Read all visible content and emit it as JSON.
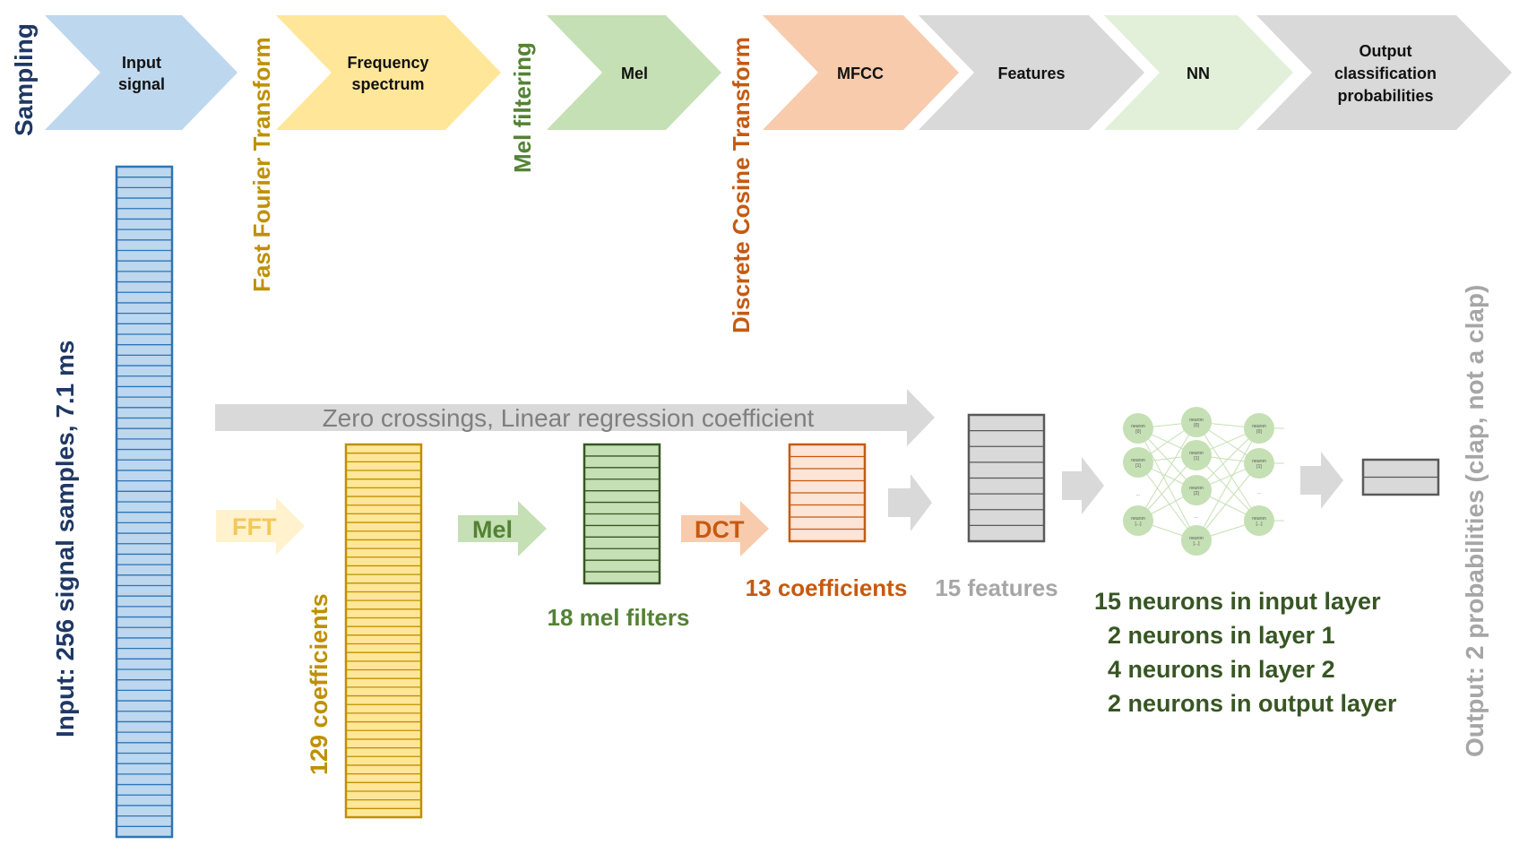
{
  "pipeline": {
    "stages": [
      {
        "lines": [
          "Input",
          "signal"
        ],
        "color": "#bdd7ee"
      },
      {
        "lines": [
          "Frequency",
          "spectrum"
        ],
        "color": "#ffe699"
      },
      {
        "lines": [
          "Mel"
        ],
        "color": "#c5e0b4"
      },
      {
        "lines": [
          "MFCC"
        ],
        "color": "#f8cbad"
      },
      {
        "lines": [
          "Features"
        ],
        "color": "#d9d9d9"
      },
      {
        "lines": [
          "NN"
        ],
        "color": "#e2f0d9"
      },
      {
        "lines": [
          "Output",
          "classification",
          "probabilities"
        ],
        "color": "#d9d9d9"
      }
    ],
    "transforms": {
      "sampling": {
        "text": "Sampling",
        "color": "#1f3864"
      },
      "fft": {
        "text": "Fast Fourier Transform",
        "color": "#bf9000"
      },
      "mel": {
        "text": "Mel filtering",
        "color": "#548235"
      },
      "dct": {
        "text": "Discrete Cosine Transform",
        "color": "#c55a11"
      }
    }
  },
  "input": {
    "label": "Input: 256 signal samples, 7.1 ms",
    "color": "#1f3864",
    "bar_fill": "#bdd7ee",
    "bar_stroke": "#2e75b6",
    "stripes": 64
  },
  "fft": {
    "arrow_label": "FFT",
    "arrow_color": "#fff2cc",
    "text_color": "#f4c75a",
    "coeff_label": "129 coefficients",
    "coeff_color": "#bf9000",
    "bar_fill": "#ffe699",
    "bar_stroke": "#bf9000",
    "stripes": 43
  },
  "mel": {
    "arrow_label": "Mel",
    "arrow_color": "#c5e0b4",
    "text_color": "#548235",
    "filters_label": "18 mel filters",
    "bar_fill": "#c5e0b4",
    "bar_stroke": "#375623",
    "stripes": 12
  },
  "dct": {
    "arrow_label": "DCT",
    "arrow_color": "#f8cbad",
    "text_color": "#c55a11",
    "coeff_label": "13 coefficients",
    "bar_fill": "#fce4d6",
    "bar_stroke": "#c55a11",
    "stripes": 8
  },
  "extra": {
    "label": "Zero crossings, Linear regression coefficient",
    "color": "#7f7f7f"
  },
  "features": {
    "label": "15 features",
    "color": "#a6a6a6",
    "bar_fill": "#d9d9d9",
    "bar_stroke": "#595959",
    "stripes": 8
  },
  "nn": {
    "lines": [
      "15 neurons in input layer",
      "2 neurons in layer 1",
      "4 neurons in layer 2",
      "2 neurons in output layer"
    ],
    "color": "#375623",
    "node_fill": "#c5e0b4",
    "layers": [
      [
        "neuron [0]",
        "neuron [1]",
        "...",
        "neuron [...]"
      ],
      [
        "neuron [0]",
        "neuron [1]",
        "neuron [2]",
        "...",
        "neuron [...]"
      ],
      [
        "neuron [0]",
        "neuron [1]",
        "...",
        "neuron [...]"
      ]
    ]
  },
  "output": {
    "label": "Output: 2 probabilities (clap, not a clap)",
    "color": "#a6a6a6",
    "bar_fill": "#d9d9d9",
    "bar_stroke": "#595959",
    "stripes": 2
  },
  "connector_arrow_color": "#d9d9d9"
}
